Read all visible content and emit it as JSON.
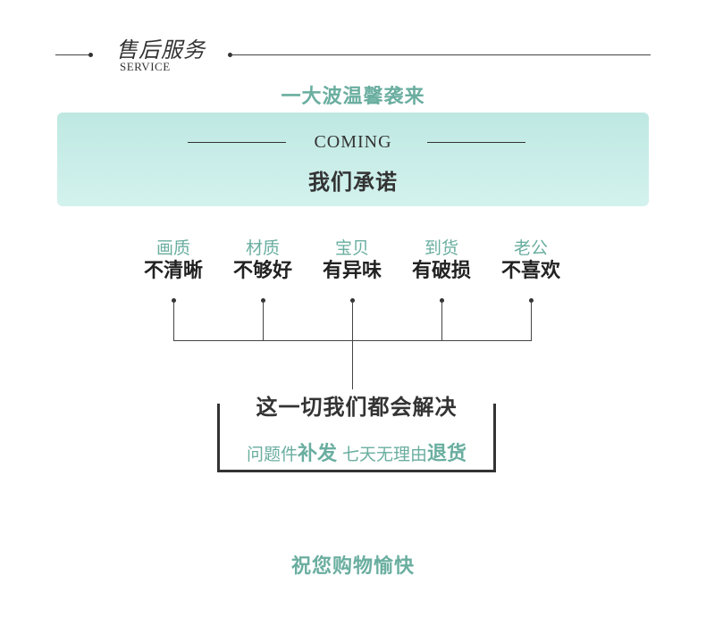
{
  "header": {
    "title": "售后服务",
    "subtitle": "SERVICE"
  },
  "tagline": "一大波温馨袭来",
  "banner": {
    "coming": "COMING",
    "promise": "我们承诺"
  },
  "categories": [
    {
      "top": "画质",
      "bottom": "不清晰"
    },
    {
      "top": "材质",
      "bottom": "不够好"
    },
    {
      "top": "宝贝",
      "bottom": "有异味"
    },
    {
      "top": "到货",
      "bottom": "有破损"
    },
    {
      "top": "老公",
      "bottom": "不喜欢"
    }
  ],
  "resolve": {
    "title": "这一切我们都会解决",
    "part1": "问题件",
    "highlight1": "补发",
    "part2": " 七天无理由",
    "highlight2": "退货"
  },
  "footer": "祝您购物愉快"
}
